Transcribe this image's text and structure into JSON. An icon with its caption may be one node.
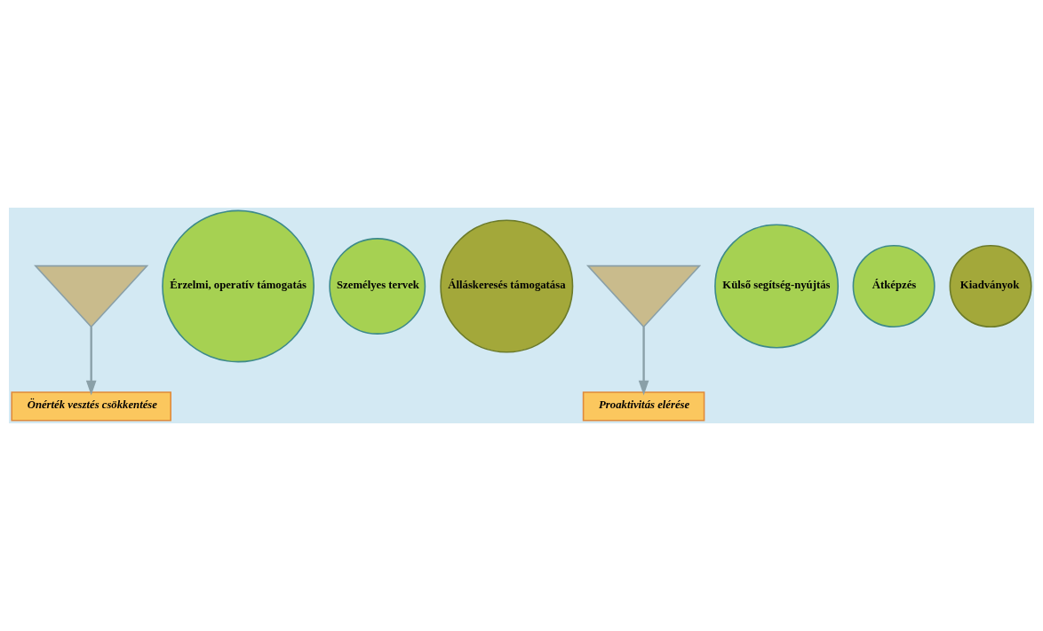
{
  "diagram": {
    "nodes": [
      {
        "text": [],
        "shape": "funnel"
      },
      {
        "text": [
          "Érzelmi, operatív támogatás"
        ]
      },
      {
        "text": [
          "Személyes tervek"
        ]
      },
      {
        "text": [
          "Álláskeresés támogatása"
        ]
      },
      {
        "text": [
          "Önérték vesztés csökkentése"
        ]
      },
      {
        "text": [],
        "shape": "funnel"
      },
      {
        "text": [
          "Külső segítség-nyújtás"
        ]
      },
      {
        "text": [
          "Átképzés"
        ]
      },
      {
        "text": [
          "Kiadványok"
        ]
      },
      {
        "text": [
          "Proaktivitás elérése"
        ]
      }
    ],
    "edges": [
      {
        "from": 0,
        "to": 4,
        "arrow": "to"
      },
      {
        "from": 5,
        "to": 9,
        "arrow": "to"
      }
    ]
  }
}
